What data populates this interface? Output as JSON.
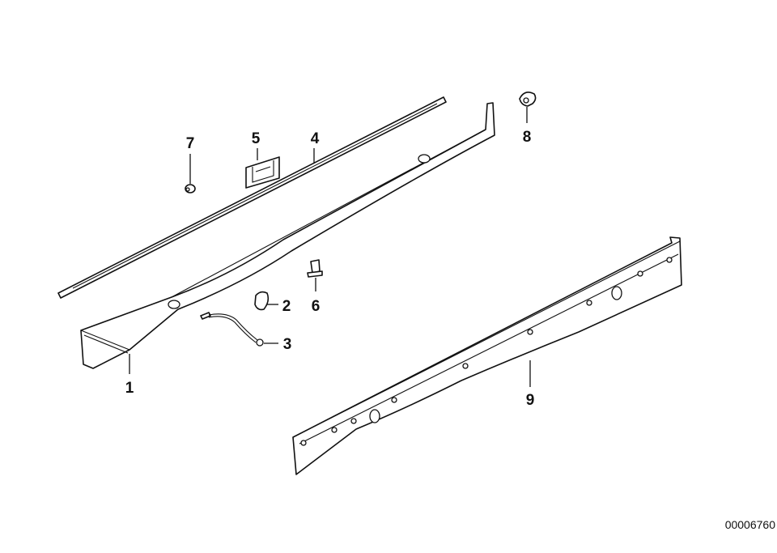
{
  "diagram": {
    "reference_number": "00006760",
    "callouts": [
      {
        "id": "1",
        "label": "1"
      },
      {
        "id": "2",
        "label": "2"
      },
      {
        "id": "3",
        "label": "3"
      },
      {
        "id": "4",
        "label": "4"
      },
      {
        "id": "5",
        "label": "5"
      },
      {
        "id": "6",
        "label": "6"
      },
      {
        "id": "7",
        "label": "7"
      },
      {
        "id": "8",
        "label": "8"
      },
      {
        "id": "9",
        "label": "9"
      }
    ]
  }
}
